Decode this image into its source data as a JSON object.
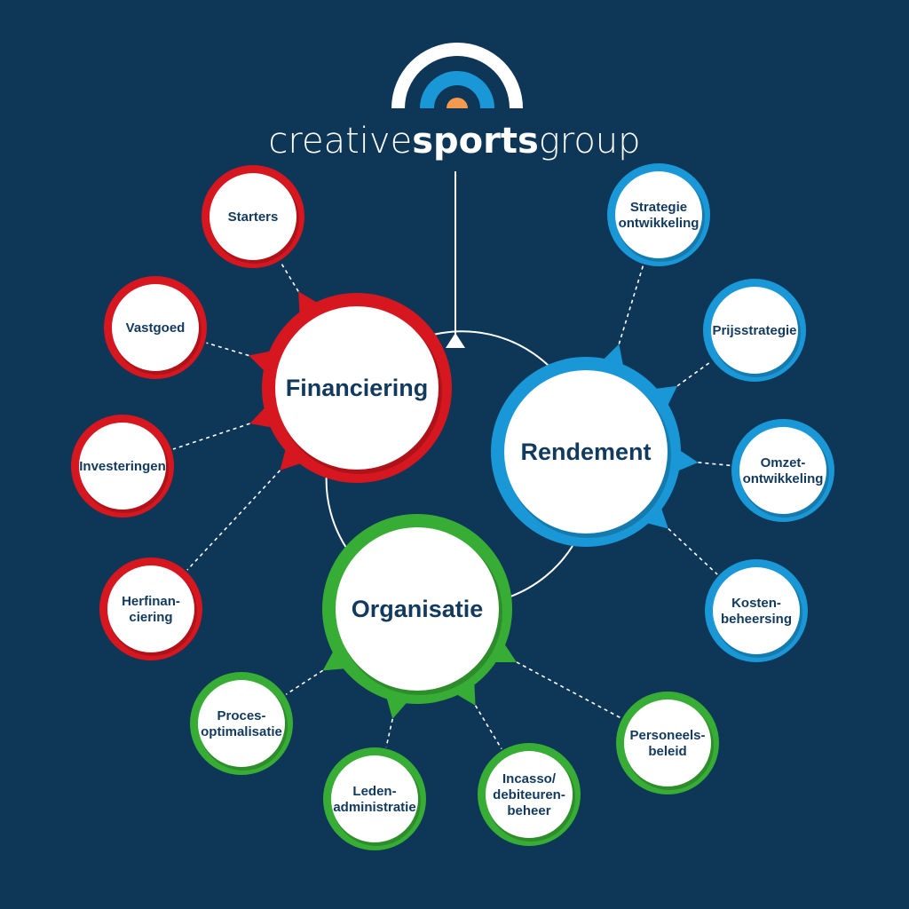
{
  "colors": {
    "background": "#0e3657",
    "financiering": "#d6171f",
    "rendement": "#1a97d6",
    "organisatie": "#38ad35",
    "label": "#123a5e",
    "fill": "#ffffff",
    "logo_accent": "#f39a4f"
  },
  "brand": {
    "part1": "creative",
    "part2": "sports",
    "part3": "group",
    "logo_icon": "arc-target-logo-icon"
  },
  "hubs": [
    {
      "id": "financiering",
      "label": "Financiering",
      "color_key": "financiering",
      "satellites": [
        {
          "lines": [
            "Starters"
          ]
        },
        {
          "lines": [
            "Vastgoed"
          ]
        },
        {
          "lines": [
            "Investeringen"
          ]
        },
        {
          "lines": [
            "Herfinan-",
            "ciering"
          ]
        }
      ]
    },
    {
      "id": "rendement",
      "label": "Rendement",
      "color_key": "rendement",
      "satellites": [
        {
          "lines": [
            "Strategie",
            "ontwikkeling"
          ]
        },
        {
          "lines": [
            "Prijsstrategie"
          ]
        },
        {
          "lines": [
            "Omzet-",
            "ontwikkeling"
          ]
        },
        {
          "lines": [
            "Kosten-",
            "beheersing"
          ]
        }
      ]
    },
    {
      "id": "organisatie",
      "label": "Organisatie",
      "color_key": "organisatie",
      "satellites": [
        {
          "lines": [
            "Proces-",
            "optimalisatie"
          ]
        },
        {
          "lines": [
            "Leden-",
            "administratie"
          ]
        },
        {
          "lines": [
            "Incasso/",
            "debiteuren-",
            "beheer"
          ]
        },
        {
          "lines": [
            "Personeels-",
            "beleid"
          ]
        }
      ]
    }
  ]
}
